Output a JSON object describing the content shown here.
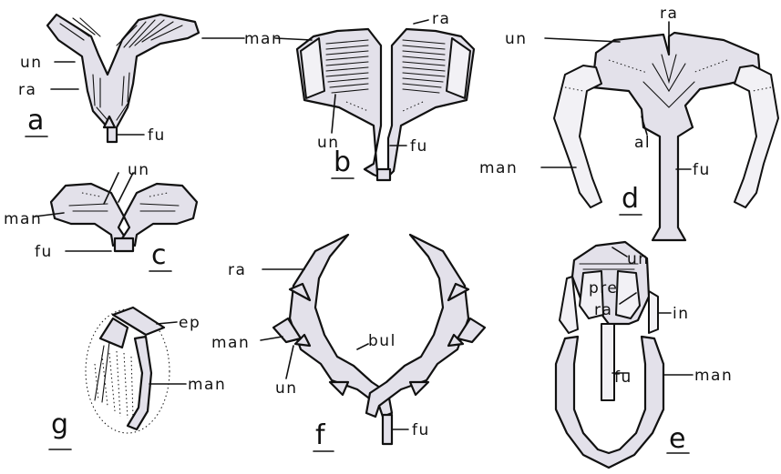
{
  "panels": [
    {
      "id": "a",
      "letter": "a",
      "labels": {
        "un": "un",
        "ra": "ra",
        "fu": "fu"
      }
    },
    {
      "id": "b",
      "letter": "b",
      "labels": {
        "man": "man",
        "ra": "ra",
        "un": "un",
        "fu": "fu"
      }
    },
    {
      "id": "c",
      "letter": "c",
      "labels": {
        "un": "un",
        "man": "man",
        "fu": "fu"
      }
    },
    {
      "id": "d",
      "letter": "d",
      "labels": {
        "un": "un",
        "ra": "ra",
        "al": "al",
        "man": "man",
        "fu": "fu"
      }
    },
    {
      "id": "e",
      "letter": "e",
      "labels": {
        "un": "un",
        "pre": "pre",
        "ra": "ra",
        "in": "in",
        "fu": "fu",
        "man": "man"
      }
    },
    {
      "id": "f",
      "letter": "f",
      "labels": {
        "ra": "ra",
        "man": "man",
        "bul": "bul",
        "un": "un",
        "fu": "fu"
      }
    },
    {
      "id": "g",
      "letter": "g",
      "labels": {
        "ep": "ep",
        "man": "man"
      }
    }
  ]
}
